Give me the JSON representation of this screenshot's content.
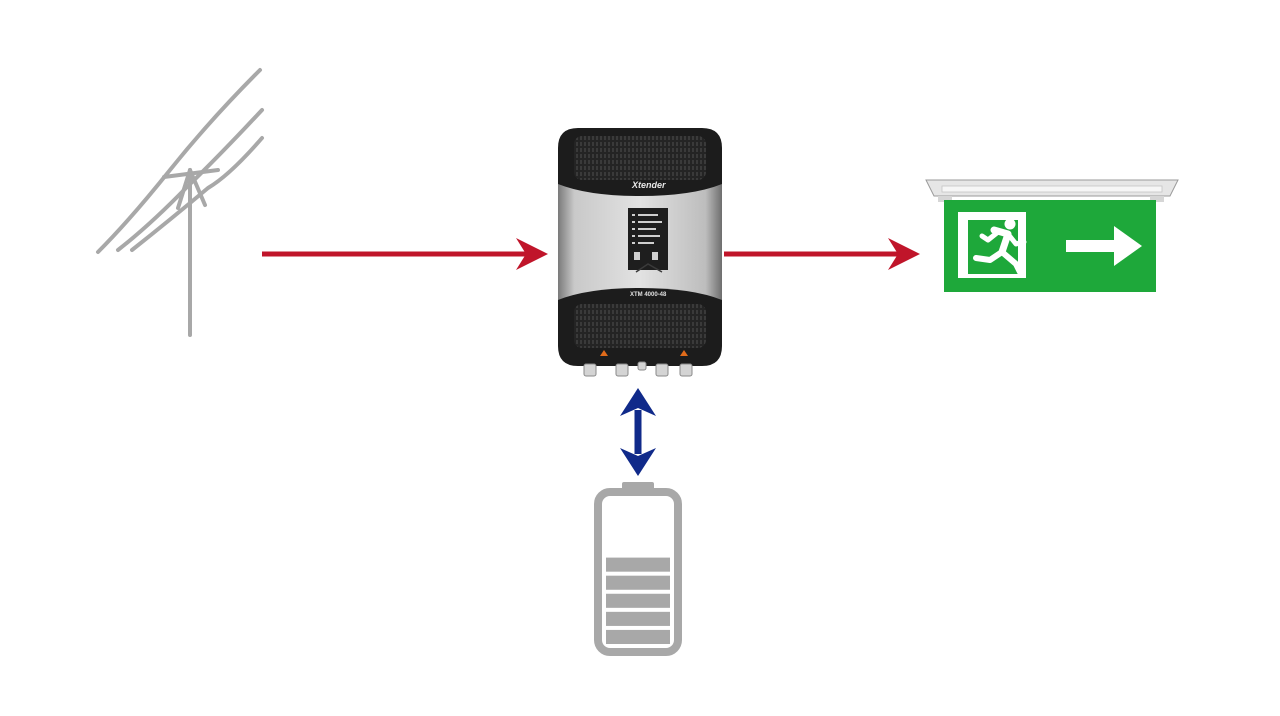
{
  "diagram": {
    "inverter": {
      "brand": "Xtender",
      "model": "XTM 4000-48"
    },
    "colors": {
      "ac_flow_arrow": "#c0152a",
      "battery_flow_arrow": "#102a8a",
      "grid_pole": "#a8a8a8",
      "battery_outline": "#a8a8a8",
      "exit_sign_green": "#1ea83a"
    },
    "battery": {
      "charge_level_fraction": 0.6
    },
    "icons": {
      "grid": "power-pole-icon",
      "inverter": "inverter-charger-icon",
      "load": "emergency-exit-sign-icon",
      "storage": "battery-icon"
    }
  }
}
